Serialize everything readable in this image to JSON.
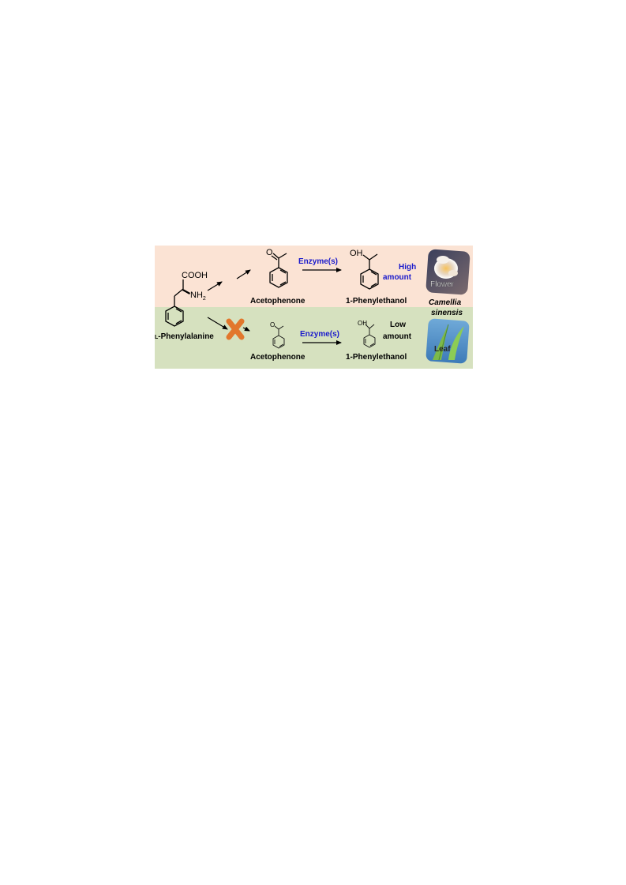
{
  "top_row": {
    "background": "#fbe3d4",
    "cooh": "COOH",
    "nh2": "NH",
    "nh2_sub": "2",
    "ketone_o": "O",
    "oh": "OH",
    "enzyme": "Enzyme(s)",
    "acetophenone": "Acetophenone",
    "phenylethanol": "1-Phenylethanol",
    "amount_line1": "High",
    "amount_line2": "amount",
    "photo_label": "Flower",
    "species_line1": "Camellia",
    "species_line2": "sinensis"
  },
  "bottom_row": {
    "background": "#d6e1bf",
    "substrate_prefix": "L",
    "substrate": "-Phenylalanine",
    "ketone_o": "O",
    "oh": "OH",
    "enzyme": "Enzyme(s)",
    "acetophenone": "Acetophenone",
    "phenylethanol": "1-Phenylethanol",
    "amount_line1": "Low",
    "amount_line2": "amount",
    "photo_label": "Leaf"
  },
  "colors": {
    "enzyme_text": "#1a1acc",
    "high_amount_text": "#1a1acc",
    "block_mark": "#e2772c"
  },
  "icons": [
    "block-x-icon",
    "flower-photo",
    "leaf-photo"
  ]
}
